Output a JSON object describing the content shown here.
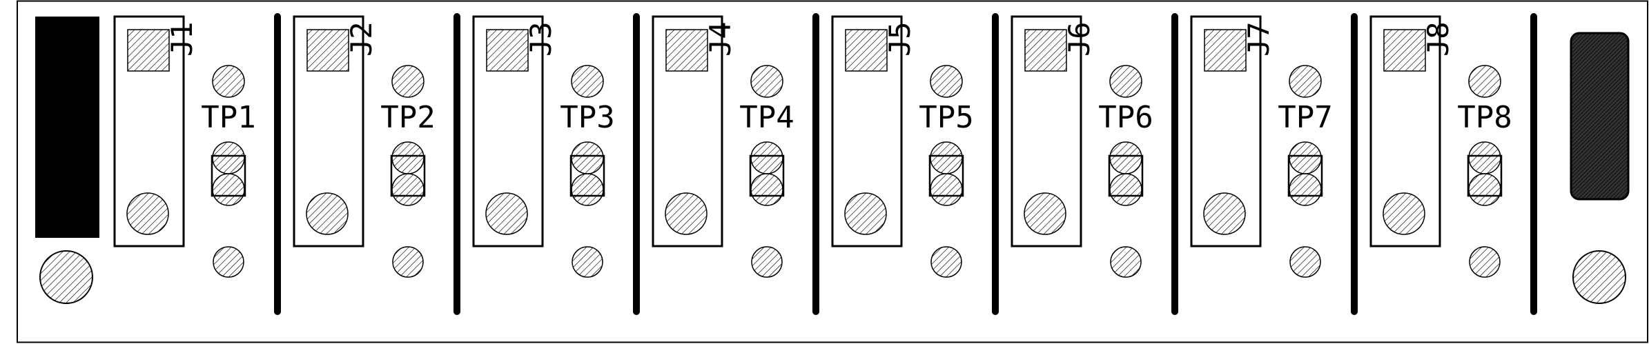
{
  "colors": {
    "background": "#ffffff",
    "ink": "#000000",
    "hatch": "#000000",
    "connector_fill": "#222222"
  },
  "connectors": [
    {
      "ref": "J1"
    },
    {
      "ref": "J2"
    },
    {
      "ref": "J3"
    },
    {
      "ref": "J4"
    },
    {
      "ref": "J5"
    },
    {
      "ref": "J6"
    },
    {
      "ref": "J7"
    },
    {
      "ref": "J8"
    }
  ],
  "test_points": [
    {
      "ref": "TP1"
    },
    {
      "ref": "TP2"
    },
    {
      "ref": "TP3"
    },
    {
      "ref": "TP4"
    },
    {
      "ref": "TP5"
    },
    {
      "ref": "TP6"
    },
    {
      "ref": "TP7"
    },
    {
      "ref": "TP8"
    }
  ]
}
